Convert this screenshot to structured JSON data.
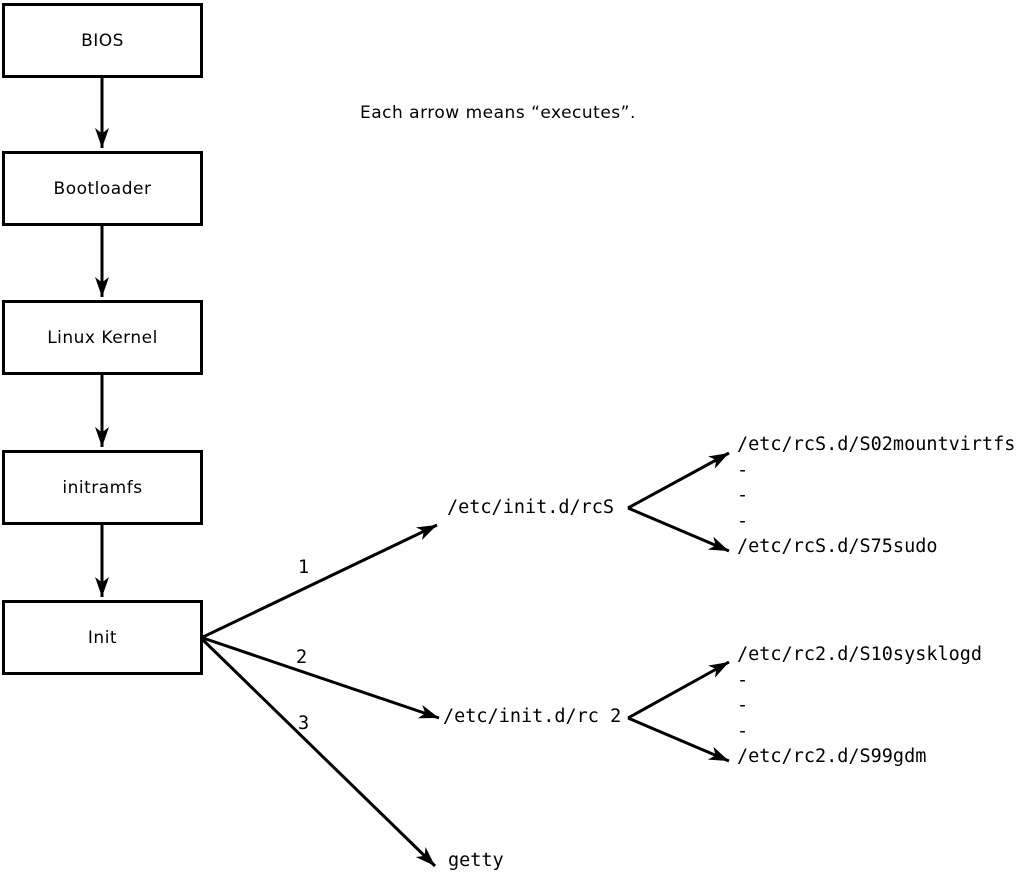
{
  "caption": "Each arrow means “executes”.",
  "chain": [
    {
      "label": "BIOS"
    },
    {
      "label": "Bootloader"
    },
    {
      "label": "Linux Kernel"
    },
    {
      "label": "initramfs"
    },
    {
      "label": "Init"
    }
  ],
  "branches": [
    {
      "order": "1",
      "target": "/etc/init.d/rcS",
      "children": {
        "first": "/etc/rcS.d/S02mountvirtfs",
        "dash1": "-",
        "dash2": "-",
        "dash3": "-",
        "last": "/etc/rcS.d/S75sudo"
      }
    },
    {
      "order": "2",
      "target": "/etc/init.d/rc 2",
      "children": {
        "first": "/etc/rc2.d/S10sysklogd",
        "dash1": "-",
        "dash2": "-",
        "dash3": "-",
        "last": "/etc/rc2.d/S99gdm"
      }
    },
    {
      "order": "3",
      "target": "getty"
    }
  ],
  "colors": {
    "line": "#000000",
    "background": "#ffffff",
    "text": "#000000"
  }
}
